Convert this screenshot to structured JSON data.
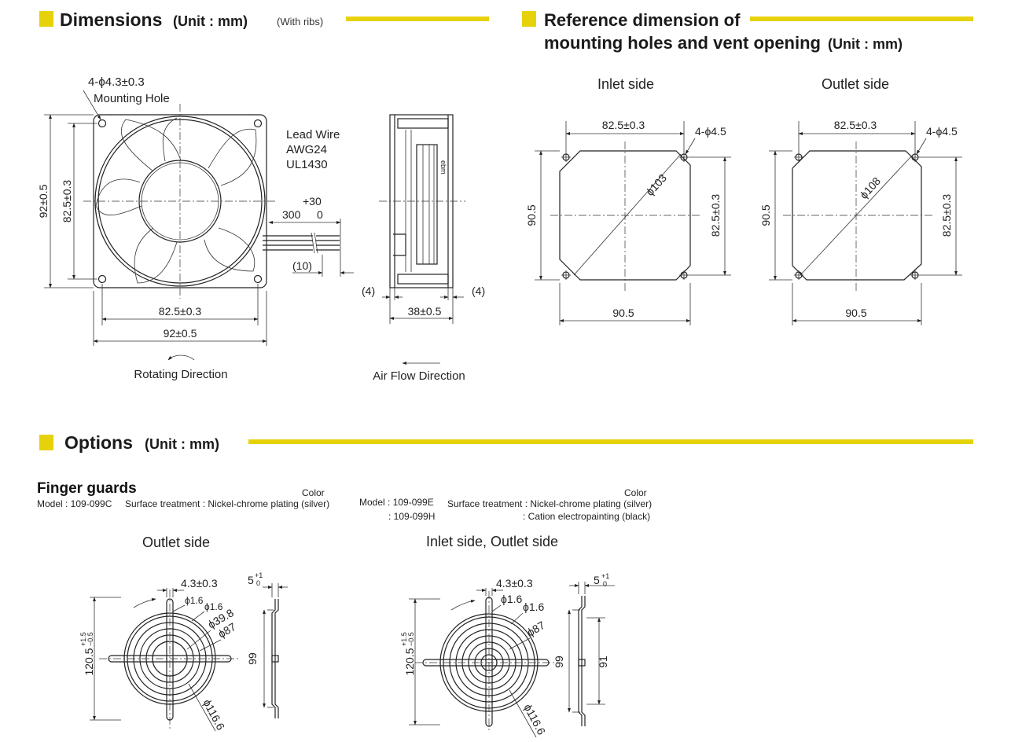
{
  "colors": {
    "accent": "#e6d20a",
    "ink": "#222222"
  },
  "dimensions": {
    "title": "Dimensions",
    "unit": "(Unit : mm)",
    "note": "(With ribs)",
    "hole_spec": "4-ϕ4.3±0.3",
    "mounting_hole": "Mounting Hole",
    "lead_wire": "Lead Wire",
    "awg": "AWG24",
    "ul": "UL1430",
    "tol_plus": "+30",
    "lead_len": "300",
    "tol_zero": "0",
    "ten": "(10)",
    "four_left": "(4)",
    "four_right": "(4)",
    "depth": "38±0.5",
    "height_outer": "92±0.5",
    "height_inner": "82.5±0.3",
    "width_inner": "82.5±0.3",
    "width_outer": "92±0.5",
    "rotating": "Rotating Direction",
    "airflow": "Air Flow Direction"
  },
  "reference": {
    "title_line1": "Reference dimension of",
    "title_line2": "mounting holes and vent opening",
    "unit": "(Unit : mm)",
    "inlet": {
      "label": "Inlet side",
      "top": "82.5±0.3",
      "holes": "4-ϕ4.5",
      "diameter": "ϕ103",
      "left": "90.5",
      "right": "82.5±0.3",
      "bottom": "90.5"
    },
    "outlet": {
      "label": "Outlet side",
      "top": "82.5±0.3",
      "holes": "4-ϕ4.5",
      "diameter": "ϕ108",
      "left": "90.5",
      "right": "82.5±0.3",
      "bottom": "90.5"
    }
  },
  "options": {
    "title": "Options",
    "unit": "(Unit : mm)",
    "finger_guards": "Finger guards",
    "guard1": {
      "color_hdr": "Color",
      "model": "Model : 109-099C",
      "surface": "Surface treatment : Nickel-chrome plating (silver)",
      "view": "Outlet side",
      "hole": "4.3±0.3",
      "d16a": "ϕ1.6",
      "d16b": "ϕ1.6",
      "d398": "ϕ39.8",
      "d87": "ϕ87",
      "d1166": "ϕ116.6",
      "height": "120.5",
      "height_tol_top": "+1.5",
      "height_tol_bot": "−0.5",
      "side": "99",
      "thick": "5",
      "thick_tol_top": "+1",
      "thick_tol_bot": "0"
    },
    "guard2": {
      "color_hdr": "Color",
      "model_label": "Model : 109-099E",
      "model2": ": 109-099H",
      "surface": "Surface treatment : Nickel-chrome plating (silver)",
      "surface2": ": Cation electropainting (black)",
      "view": "Inlet side, Outlet side",
      "hole": "4.3±0.3",
      "d16a": "ϕ1.6",
      "d16b": "ϕ1.6",
      "d87": "ϕ87",
      "d1166": "ϕ116.6",
      "height": "120.5",
      "height_tol_top": "+1.5",
      "height_tol_bot": "−0.5",
      "side": "99",
      "side2": "91",
      "thick": "5",
      "thick_tol_top": "+1",
      "thick_tol_bot": "0"
    }
  }
}
